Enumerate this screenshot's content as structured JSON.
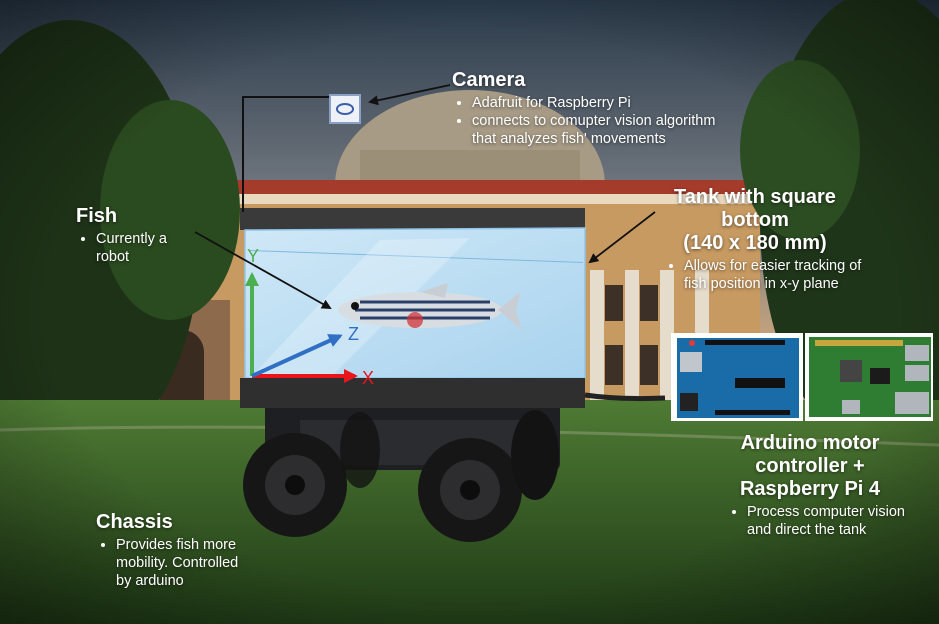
{
  "camera": {
    "title": "Camera",
    "bullets": [
      "Adafruit for Raspberry Pi",
      "connects to comupter vision algorithm that analyzes fish' movements"
    ]
  },
  "fish": {
    "title": "Fish",
    "bullets": [
      "Currently a robot"
    ]
  },
  "tank": {
    "title_line1": "Tank with square",
    "title_line2": "bottom",
    "title_line3": "(140 x 180 mm)",
    "bullets": [
      "Allows for easier tracking of fish position in x-y plane"
    ]
  },
  "controller": {
    "title_line1": "Arduino motor",
    "title_line2": "controller +",
    "title_line3": "Raspberry Pi 4",
    "bullets": [
      "Process computer vision and direct the tank"
    ]
  },
  "chassis": {
    "title": "Chassis",
    "bullets": [
      "Provides fish more mobility. Controlled by arduino"
    ]
  },
  "axes": {
    "x": "X",
    "y": "Y",
    "z": "Z"
  },
  "colors": {
    "x_axis": "#e8161b",
    "y_axis": "#4caf50",
    "z_axis": "#2f6fc4",
    "arduino": "#1a6ca8",
    "raspberry_pi": "#2e7d32"
  }
}
